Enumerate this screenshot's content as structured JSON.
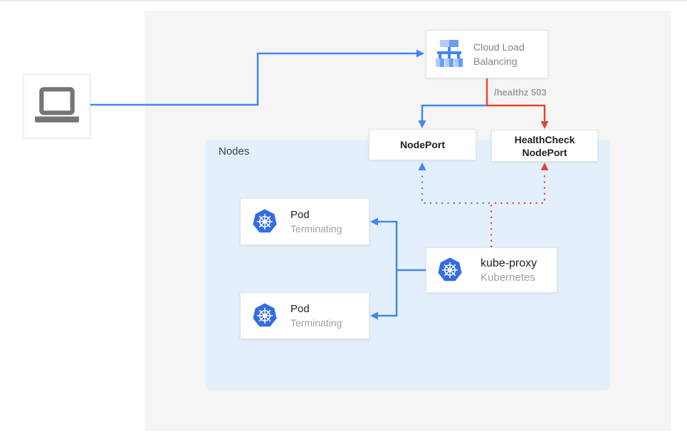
{
  "client": {
    "icon": "laptop-icon"
  },
  "load_balancer": {
    "label": "Cloud Load Balancing",
    "icon": "load-balancer-icon"
  },
  "healthz_badge": "/healthz 503",
  "node_port": {
    "label": "NodePort"
  },
  "health_check_node_port": {
    "label": "HealthCheck NodePort"
  },
  "nodes_group": {
    "label": "Nodes"
  },
  "pods": [
    {
      "title": "Pod",
      "status": "Terminating",
      "icon": "kubernetes-icon"
    },
    {
      "title": "Pod",
      "status": "Terminating",
      "icon": "kubernetes-icon"
    }
  ],
  "kube_proxy": {
    "title": "kube-proxy",
    "subtitle": "Kubernetes",
    "icon": "kubernetes-icon"
  },
  "colors": {
    "arrow_blue": "#4285f4",
    "arrow_red": "#ea4335",
    "panel_bg": "#f5f5f5",
    "nodes_bg": "#e3f0fc",
    "kubernetes_blue": "#326ce5",
    "laptop_gray": "#757575",
    "lb_icon_light": "#aecbfa",
    "lb_icon_medium": "#669df6",
    "lb_icon_dark": "#4285f4"
  }
}
